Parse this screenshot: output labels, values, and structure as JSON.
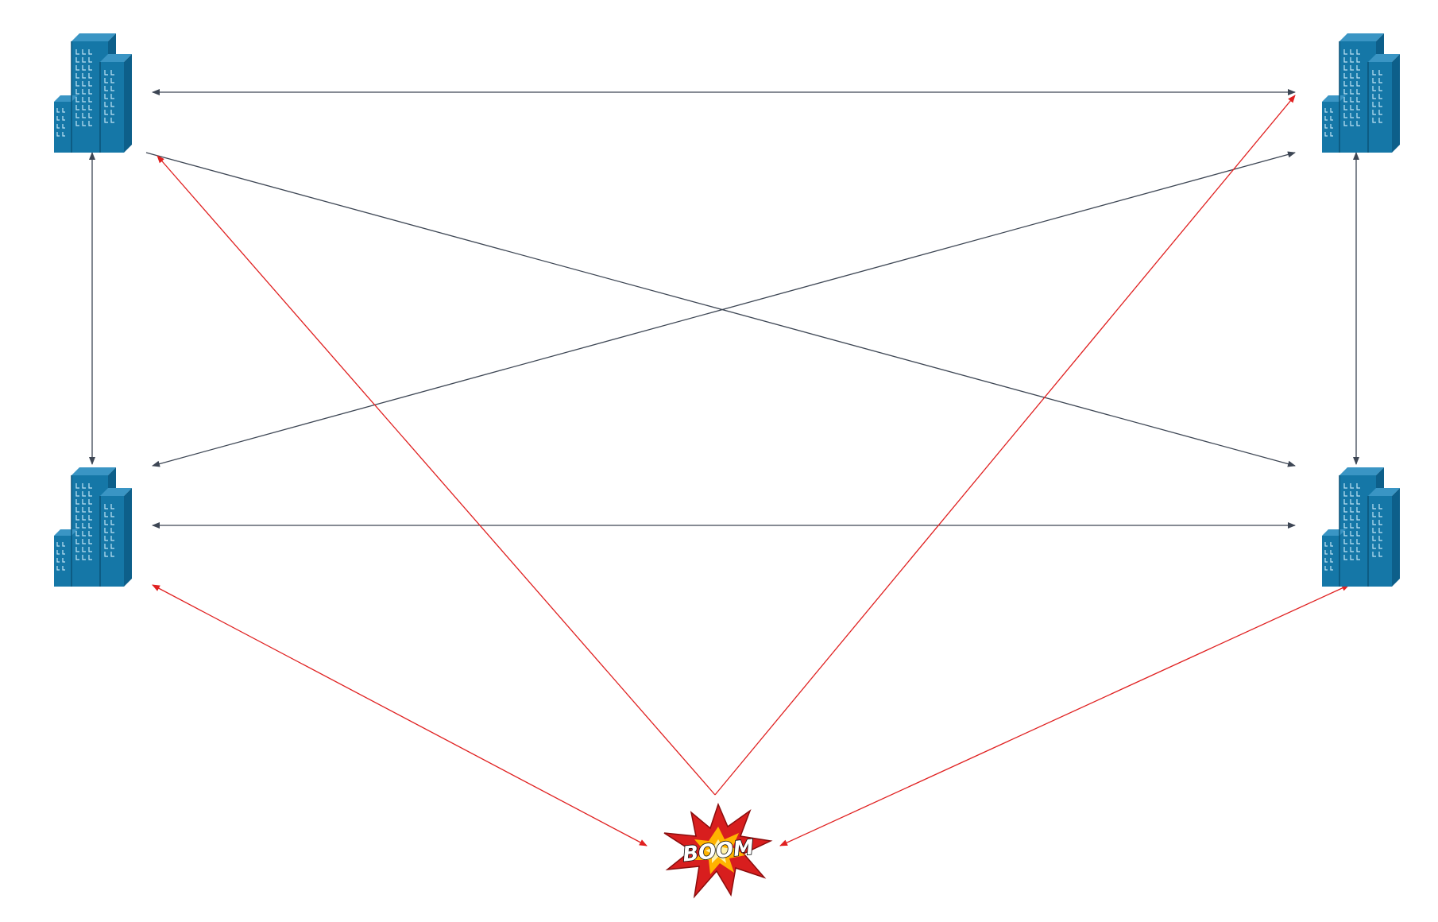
{
  "diagram": {
    "nodes": [
      {
        "id": "building-top-left",
        "icon": "office-building-icon"
      },
      {
        "id": "building-top-right",
        "icon": "office-building-icon"
      },
      {
        "id": "building-bottom-left",
        "icon": "office-building-icon"
      },
      {
        "id": "building-bottom-right",
        "icon": "office-building-icon"
      },
      {
        "id": "explosion",
        "icon": "explosion-icon",
        "label": "BOOM"
      }
    ],
    "connections": [
      {
        "from": "building-top-left",
        "to": "building-top-right",
        "style": "bidirectional",
        "color": "#3d4654"
      },
      {
        "from": "building-top-left",
        "to": "building-bottom-left",
        "style": "bidirectional",
        "color": "#3d4654"
      },
      {
        "from": "building-top-right",
        "to": "building-bottom-right",
        "style": "bidirectional",
        "color": "#3d4654"
      },
      {
        "from": "building-bottom-left",
        "to": "building-bottom-right",
        "style": "bidirectional",
        "color": "#3d4654"
      },
      {
        "from": "building-top-left",
        "to": "building-bottom-right",
        "style": "directed",
        "color": "#3d4654"
      },
      {
        "from": "building-top-right",
        "to": "building-bottom-left",
        "style": "bidirectional",
        "color": "#3d4654"
      },
      {
        "from": "explosion",
        "to": "building-top-left",
        "style": "directed",
        "color": "#e02020"
      },
      {
        "from": "explosion",
        "to": "building-top-right",
        "style": "directed",
        "color": "#e02020"
      },
      {
        "from": "building-bottom-left",
        "to": "explosion",
        "style": "bidirectional",
        "color": "#e02020"
      },
      {
        "from": "building-bottom-right",
        "to": "explosion",
        "style": "bidirectional",
        "color": "#e02020"
      }
    ],
    "colors": {
      "building_front": "#1577a7",
      "building_side": "#0d5f8a",
      "building_top": "#3a95c4",
      "network_link": "#3d4654",
      "attack_link": "#e02020",
      "explosion_outer": "#d81e1e",
      "explosion_inner": "#ffb300"
    }
  }
}
